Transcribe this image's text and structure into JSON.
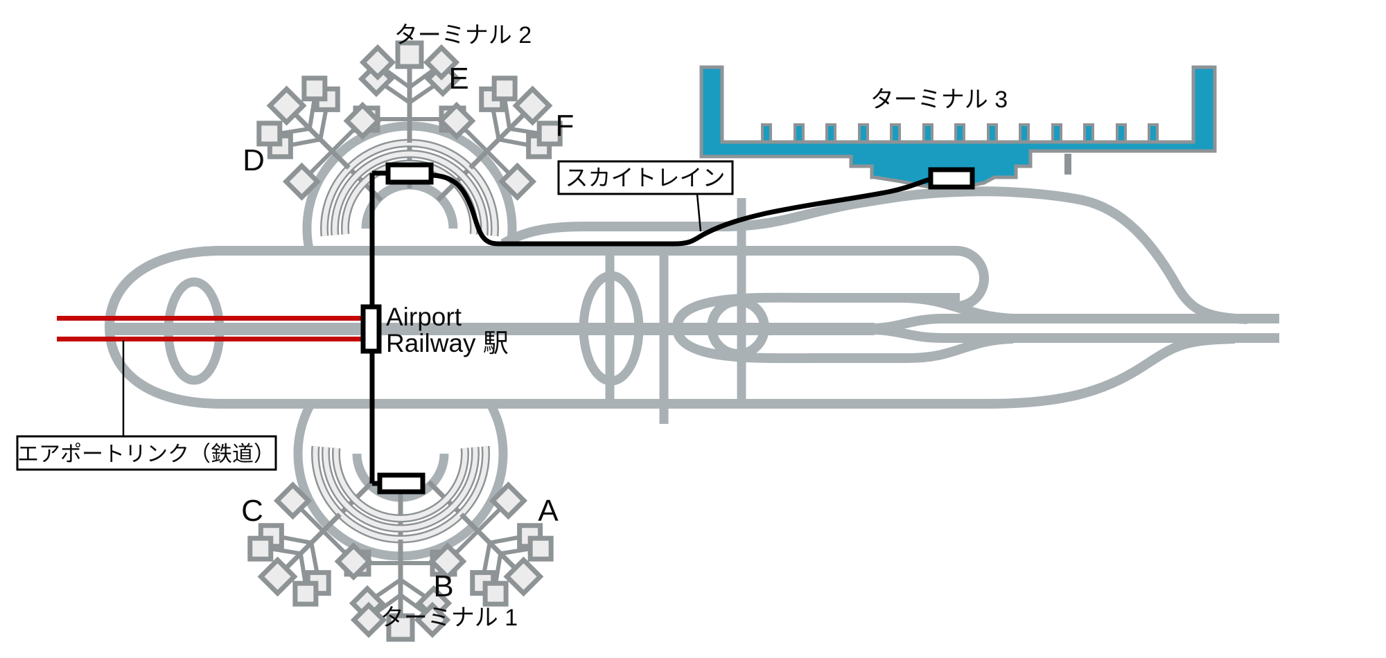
{
  "diagram": {
    "terminals": {
      "t1": "ターミナル 1",
      "t2": "ターミナル 2",
      "t3": "ターミナル 3"
    },
    "concourses": {
      "a": "A",
      "b": "B",
      "c": "C",
      "d": "D",
      "e": "E",
      "f": "F"
    },
    "station": {
      "line1": "Airport",
      "line2": "Railway 駅"
    },
    "callouts": {
      "skytrain": "スカイトレイン",
      "airport_link": "エアポートリンク（鉄道）"
    },
    "colors": {
      "road": "#a9b1b5",
      "terminal_fill": "#ececec",
      "terminal_stroke": "#8e9396",
      "terminal3_blue": "#1a9cc1",
      "rail_red": "#c40808",
      "line_black": "#000000"
    }
  }
}
